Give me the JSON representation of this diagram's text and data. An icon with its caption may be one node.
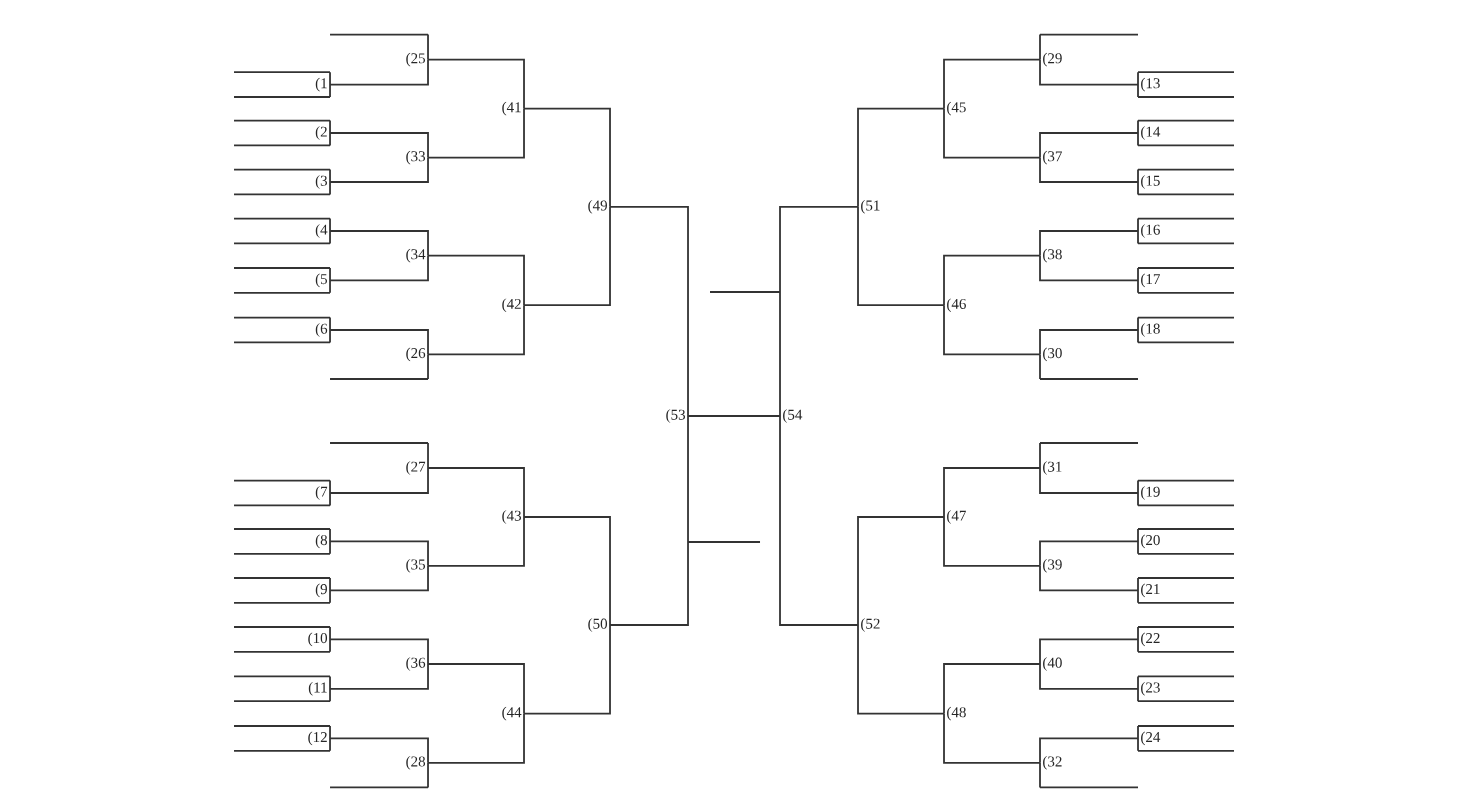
{
  "diagram": {
    "nodes": [
      {
        "text": [
          "(1"
        ]
      },
      {
        "text": [
          "(2"
        ]
      },
      {
        "text": [
          "(3"
        ]
      },
      {
        "text": [
          "(4"
        ]
      },
      {
        "text": [
          "(5"
        ]
      },
      {
        "text": [
          "(6"
        ]
      },
      {
        "text": [
          "(7"
        ]
      },
      {
        "text": [
          "(8"
        ]
      },
      {
        "text": [
          "(9"
        ]
      },
      {
        "text": [
          "(10"
        ]
      },
      {
        "text": [
          "(11"
        ]
      },
      {
        "text": [
          "(12"
        ]
      },
      {
        "text": [
          "(13"
        ]
      },
      {
        "text": [
          "(14"
        ]
      },
      {
        "text": [
          "(15"
        ]
      },
      {
        "text": [
          "(16"
        ]
      },
      {
        "text": [
          "(17"
        ]
      },
      {
        "text": [
          "(18"
        ]
      },
      {
        "text": [
          "(19"
        ]
      },
      {
        "text": [
          "(20"
        ]
      },
      {
        "text": [
          "(21"
        ]
      },
      {
        "text": [
          "(22"
        ]
      },
      {
        "text": [
          "(23"
        ]
      },
      {
        "text": [
          "(24"
        ]
      },
      {
        "text": [
          "(25"
        ]
      },
      {
        "text": [
          "(26"
        ]
      },
      {
        "text": [
          "(27"
        ]
      },
      {
        "text": [
          "(28"
        ]
      },
      {
        "text": [
          "(29"
        ]
      },
      {
        "text": [
          "(30"
        ]
      },
      {
        "text": [
          "(31"
        ]
      },
      {
        "text": [
          "(32"
        ]
      },
      {
        "text": [
          "(33"
        ]
      },
      {
        "text": [
          "(34"
        ]
      },
      {
        "text": [
          "(35"
        ]
      },
      {
        "text": [
          "(36"
        ]
      },
      {
        "text": [
          "(37"
        ]
      },
      {
        "text": [
          "(38"
        ]
      },
      {
        "text": [
          "(39"
        ]
      },
      {
        "text": [
          "(40"
        ]
      },
      {
        "text": [
          "(41"
        ]
      },
      {
        "text": [
          "(42"
        ]
      },
      {
        "text": [
          "(43"
        ]
      },
      {
        "text": [
          "(44"
        ]
      },
      {
        "text": [
          "(45"
        ]
      },
      {
        "text": [
          "(46"
        ]
      },
      {
        "text": [
          "(47"
        ]
      },
      {
        "text": [
          "(48"
        ]
      },
      {
        "text": [
          "(49"
        ]
      },
      {
        "text": [
          "(50"
        ]
      },
      {
        "text": [
          "(51"
        ]
      },
      {
        "text": [
          "(52"
        ]
      },
      {
        "text": [
          "(53"
        ]
      },
      {
        "text": [
          "(54"
        ]
      }
    ],
    "edges": [
      {
        "from": 0,
        "to": 24,
        "arrow": "none"
      },
      {
        "from": 1,
        "to": 32,
        "arrow": "none"
      },
      {
        "from": 2,
        "to": 32,
        "arrow": "none"
      },
      {
        "from": 3,
        "to": 33,
        "arrow": "none"
      },
      {
        "from": 4,
        "to": 33,
        "arrow": "none"
      },
      {
        "from": 5,
        "to": 25,
        "arrow": "none"
      },
      {
        "from": 24,
        "to": 40,
        "arrow": "none"
      },
      {
        "from": 32,
        "to": 40,
        "arrow": "none"
      },
      {
        "from": 33,
        "to": 41,
        "arrow": "none"
      },
      {
        "from": 25,
        "to": 41,
        "arrow": "none"
      },
      {
        "from": 40,
        "to": 48,
        "arrow": "none"
      },
      {
        "from": 41,
        "to": 48,
        "arrow": "none"
      },
      {
        "from": 6,
        "to": 26,
        "arrow": "none"
      },
      {
        "from": 7,
        "to": 34,
        "arrow": "none"
      },
      {
        "from": 8,
        "to": 34,
        "arrow": "none"
      },
      {
        "from": 9,
        "to": 35,
        "arrow": "none"
      },
      {
        "from": 10,
        "to": 35,
        "arrow": "none"
      },
      {
        "from": 11,
        "to": 27,
        "arrow": "none"
      },
      {
        "from": 26,
        "to": 42,
        "arrow": "none"
      },
      {
        "from": 34,
        "to": 42,
        "arrow": "none"
      },
      {
        "from": 35,
        "to": 43,
        "arrow": "none"
      },
      {
        "from": 27,
        "to": 43,
        "arrow": "none"
      },
      {
        "from": 42,
        "to": 49,
        "arrow": "none"
      },
      {
        "from": 43,
        "to": 49,
        "arrow": "none"
      },
      {
        "from": 48,
        "to": 52,
        "arrow": "none"
      },
      {
        "from": 49,
        "to": 52,
        "arrow": "none"
      },
      {
        "from": 12,
        "to": 28,
        "arrow": "none"
      },
      {
        "from": 13,
        "to": 36,
        "arrow": "none"
      },
      {
        "from": 14,
        "to": 36,
        "arrow": "none"
      },
      {
        "from": 15,
        "to": 37,
        "arrow": "none"
      },
      {
        "from": 16,
        "to": 37,
        "arrow": "none"
      },
      {
        "from": 17,
        "to": 29,
        "arrow": "none"
      },
      {
        "from": 28,
        "to": 44,
        "arrow": "none"
      },
      {
        "from": 36,
        "to": 44,
        "arrow": "none"
      },
      {
        "from": 37,
        "to": 45,
        "arrow": "none"
      },
      {
        "from": 29,
        "to": 45,
        "arrow": "none"
      },
      {
        "from": 44,
        "to": 50,
        "arrow": "none"
      },
      {
        "from": 45,
        "to": 50,
        "arrow": "none"
      },
      {
        "from": 18,
        "to": 30,
        "arrow": "none"
      },
      {
        "from": 19,
        "to": 38,
        "arrow": "none"
      },
      {
        "from": 20,
        "to": 38,
        "arrow": "none"
      },
      {
        "from": 21,
        "to": 39,
        "arrow": "none"
      },
      {
        "from": 22,
        "to": 39,
        "arrow": "none"
      },
      {
        "from": 23,
        "to": 31,
        "arrow": "none"
      },
      {
        "from": 30,
        "to": 46,
        "arrow": "none"
      },
      {
        "from": 38,
        "to": 46,
        "arrow": "none"
      },
      {
        "from": 39,
        "to": 47,
        "arrow": "none"
      },
      {
        "from": 31,
        "to": 47,
        "arrow": "none"
      },
      {
        "from": 46,
        "to": 51,
        "arrow": "none"
      },
      {
        "from": 47,
        "to": 51,
        "arrow": "none"
      },
      {
        "from": 50,
        "to": 53,
        "arrow": "none"
      },
      {
        "from": 51,
        "to": 53,
        "arrow": "none"
      },
      {
        "from": 52,
        "to": 53,
        "arrow": "none"
      }
    ]
  }
}
